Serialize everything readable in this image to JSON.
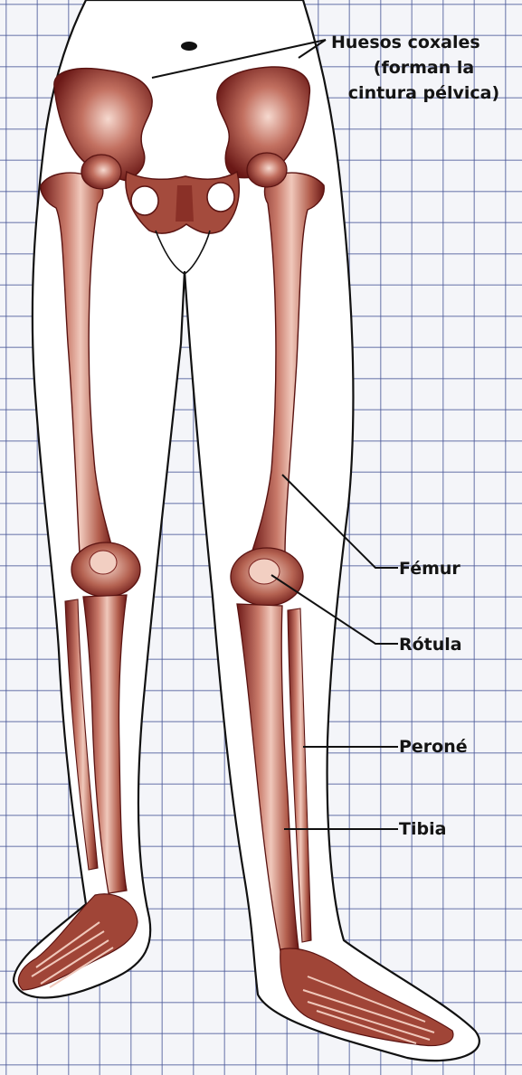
{
  "colors": {
    "paper": "#f4f5f9",
    "grid_line": "#4655a0",
    "bone_light": "#e8b9ab",
    "bone_dark": "#7a1f1c",
    "outline": "#111111"
  },
  "labels": {
    "coxales_line1": "Huesos coxales",
    "coxales_line2": "(forman la",
    "coxales_line3": "cintura pélvica)",
    "femur": "Fémur",
    "rotula": "Rótula",
    "perone": "Peroné",
    "tibia": "Tibia"
  }
}
